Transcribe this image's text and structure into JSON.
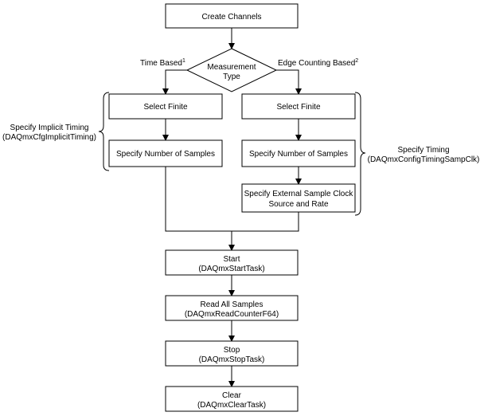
{
  "flowchart": {
    "create_channels": "Create Channels",
    "decision": {
      "line1": "Measurement",
      "line2": "Type"
    },
    "branch_left": {
      "label": "Time Based",
      "sup": "1"
    },
    "branch_right": {
      "label": "Edge Counting Based",
      "sup": "2"
    },
    "left_select_finite": "Select Finite",
    "left_specify_samples": "Specify Number of Samples",
    "right_select_finite": "Select Finite",
    "right_specify_samples": "Specify Number of Samples",
    "right_external_clock": {
      "line1": "Specify External Sample Clock",
      "line2": "Source and Rate"
    },
    "implicit_timing": {
      "line1": "Specify Implicit Timing",
      "line2": "(DAQmxCfgImplicitTiming)"
    },
    "timing": {
      "line1": "Specify Timing",
      "line2": "(DAQmxConfigTimingSampClk)"
    },
    "start": {
      "line1": "Start",
      "line2": "(DAQmxStartTask)"
    },
    "read": {
      "line1": "Read All Samples",
      "line2": "(DAQmxReadCounterF64)"
    },
    "stop": {
      "line1": "Stop",
      "line2": "(DAQmxStopTask)"
    },
    "clear": {
      "line1": "Clear",
      "line2": "(DAQmxClearTask)"
    }
  }
}
